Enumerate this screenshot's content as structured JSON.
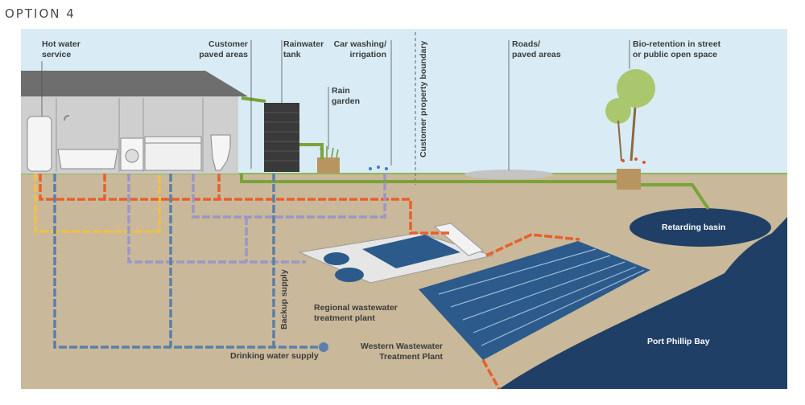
{
  "title": "OPTION 4",
  "labels": {
    "hot_water": [
      "Hot water",
      "service"
    ],
    "customer_paved": [
      "Customer",
      "paved areas"
    ],
    "rainwater_tank": [
      "Rainwater",
      "tank"
    ],
    "car_washing": [
      "Car washing/",
      "irrigation"
    ],
    "rain_garden": [
      "Rain",
      "garden"
    ],
    "property_boundary": "Customer property boundary",
    "roads": [
      "Roads/",
      "paved areas"
    ],
    "bio_retention": [
      "Bio-retention in street",
      "or public open space"
    ],
    "retarding_basin": "Retarding basin",
    "backup_supply": "Backup supply",
    "regional_plant": [
      "Regional wastewater",
      "treatment plant"
    ],
    "western_plant": [
      "Western Wastewater",
      "Treatment Plant"
    ],
    "drinking_water": "Drinking water supply",
    "port_phillip": "Port Phillip Bay"
  },
  "colors": {
    "sky": "#d9ecf5",
    "ground": "#c9b89a",
    "bay": "#1f3f66",
    "drinking": "#5b7fa8",
    "recycled": "#9b97c6",
    "hot": "#f0c04a",
    "waste": "#e8602c",
    "storm": "#7aa33a"
  }
}
